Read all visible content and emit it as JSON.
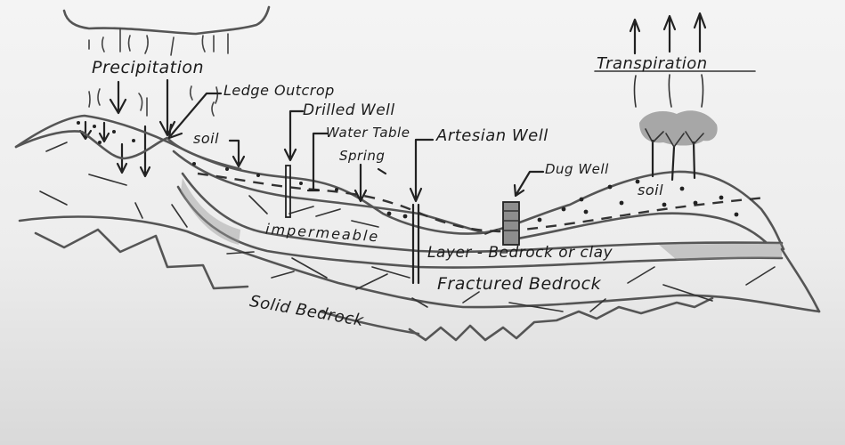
{
  "diagram": {
    "type": "hand-drawn groundwater cross-section",
    "labels": {
      "precipitation": "Precipitation",
      "ledge_outcrop": "Ledge Outcrop",
      "soil_left": "soil",
      "drilled_well": "Drilled Well",
      "water_table": "Water Table",
      "spring": "Spring",
      "artesian_well": "Artesian Well",
      "dug_well": "Dug Well",
      "transpiration": "Transpiration",
      "soil_right": "soil",
      "impermeable": "impermeable",
      "layer": "Layer - Bedrock or clay",
      "fractured_bedrock": "Fractured Bedrock",
      "solid_bedrock": "Solid Bedrock"
    },
    "colors": {
      "ink": "#222222",
      "paper": "#efefef",
      "pencil_shading": "#8a8a8a"
    }
  }
}
